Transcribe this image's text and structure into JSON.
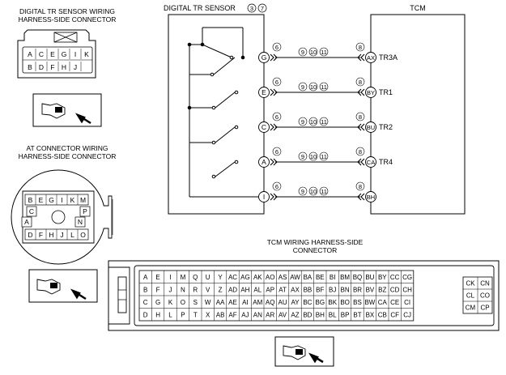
{
  "title_tr_conn": [
    "DIGITAL TR SENSOR WIRING",
    "HARNESS-SIDE CONNECTOR"
  ],
  "title_at_conn": [
    "AT CONNECTOR WIRING",
    "HARNESS-SIDE CONNECTOR"
  ],
  "title_tcm_conn": [
    "TCM WIRING HARNESS-SIDE",
    "CONNECTOR"
  ],
  "tr_sensor_label": "DIGITAL TR SENSOR",
  "tr_sensor_refs": [
    "3",
    "7"
  ],
  "tcm_label": "TCM",
  "tr_conn_pins": [
    [
      "A",
      "C",
      "E",
      "G",
      "I",
      "K"
    ],
    [
      "B",
      "D",
      "F",
      "H",
      "J",
      ""
    ]
  ],
  "at_conn_pins": {
    "row1": [
      "B",
      "E",
      "G",
      "I",
      "K",
      "M"
    ],
    "row2_left": "C",
    "row2_right": "P",
    "row3_left": "A",
    "row3_right": "N",
    "row4": [
      "D",
      "F",
      "H",
      "J",
      "L",
      "O"
    ]
  },
  "circuits": [
    {
      "sensor_pin": "G",
      "tcm_pin": "AX",
      "signal": "TR3A",
      "left_ref": "6",
      "mid_refs": [
        "9",
        "10",
        "11"
      ],
      "right_ref": "8"
    },
    {
      "sensor_pin": "E",
      "tcm_pin": "BY",
      "signal": "TR1",
      "left_ref": "6",
      "mid_refs": [
        "9",
        "10",
        "11"
      ],
      "right_ref": "8"
    },
    {
      "sensor_pin": "C",
      "tcm_pin": "BU",
      "signal": "TR2",
      "left_ref": "6",
      "mid_refs": [
        "9",
        "10",
        "11"
      ],
      "right_ref": "8"
    },
    {
      "sensor_pin": "A",
      "tcm_pin": "CA",
      "signal": "TR4",
      "left_ref": "6",
      "mid_refs": [
        "9",
        "10",
        "11"
      ],
      "right_ref": "8"
    },
    {
      "sensor_pin": "I",
      "tcm_pin": "BH",
      "signal": "",
      "left_ref": "6",
      "mid_refs": [
        "9",
        "10",
        "11"
      ],
      "right_ref": "8"
    }
  ],
  "tcm_conn_rows": [
    [
      "A",
      "E",
      "I",
      "M",
      "Q",
      "U",
      "Y",
      "AC",
      "AG",
      "AK",
      "AO",
      "AS",
      "AW",
      "BA",
      "BE",
      "BI",
      "BM",
      "BQ",
      "BU",
      "BY",
      "CC",
      "CG"
    ],
    [
      "B",
      "F",
      "J",
      "N",
      "R",
      "V",
      "Z",
      "AD",
      "AH",
      "AL",
      "AP",
      "AT",
      "AX",
      "BB",
      "BF",
      "BJ",
      "BN",
      "BR",
      "BV",
      "BZ",
      "CD",
      "CH"
    ],
    [
      "C",
      "G",
      "K",
      "O",
      "S",
      "W",
      "AA",
      "AE",
      "AI",
      "AM",
      "AQ",
      "AU",
      "AY",
      "BC",
      "BG",
      "BK",
      "BO",
      "BS",
      "BW",
      "CA",
      "CE",
      "CI"
    ],
    [
      "D",
      "H",
      "L",
      "P",
      "T",
      "X",
      "AB",
      "AF",
      "AJ",
      "AN",
      "AR",
      "AV",
      "AZ",
      "BD",
      "BH",
      "BL",
      "BP",
      "BT",
      "BX",
      "CB",
      "CF",
      "CJ"
    ]
  ],
  "tcm_conn_right": [
    [
      "CK",
      "CN"
    ],
    [
      "CL",
      "CO"
    ],
    [
      "CM",
      "CP"
    ]
  ]
}
